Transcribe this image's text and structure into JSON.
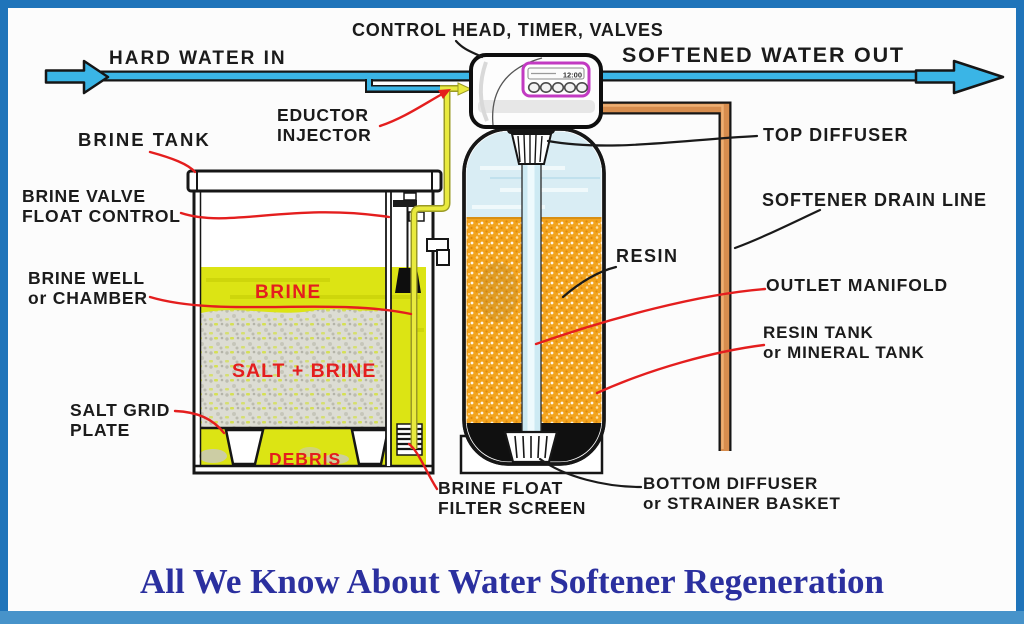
{
  "frame": {
    "border_color": "#1f74ba",
    "bottom_strip_color": "#4793ca",
    "background": "#fcfcfc"
  },
  "title": {
    "text": "All We Know About Water Softener Regeneration",
    "color": "#2b309f"
  },
  "labels": {
    "control_head": "CONTROL HEAD, TIMER, VALVES",
    "hard_water_in": "HARD WATER IN",
    "softened_water_out": "SOFTENED WATER OUT",
    "brine_tank": "BRINE TANK",
    "eductor_injector": "EDUCTOR\nINJECTOR",
    "brine_valve_float_control": "BRINE VALVE\nFLOAT CONTROL",
    "top_diffuser": "TOP DIFFUSER",
    "softener_drain_line": "SOFTENER DRAIN LINE",
    "brine_well_or_chamber": "BRINE WELL\nor CHAMBER",
    "resin": "RESIN",
    "outlet_manifold": "OUTLET MANIFOLD",
    "resin_tank_or_mineral_tank": "RESIN TANK\nor MINERAL TANK",
    "salt_grid_plate": "SALT GRID\nPLATE",
    "brine_float_filter_screen": "BRINE FLOAT\nFILTER SCREEN",
    "bottom_diffuser_or_strainer_basket": "BOTTOM DIFFUSER\nor STRAINER BASKET"
  },
  "tank_contents": {
    "brine": "BRINE",
    "salt_brine": "SALT + BRINE",
    "debris": "DEBRIS"
  },
  "control_head_display": {
    "time": "12:00"
  },
  "colors": {
    "pipe_water": "#3ab5e6",
    "drain_pipe": "#d78d4e",
    "brine_line": "#e9ea3e",
    "brine_fluid": "#dce414",
    "resin_beads": "#f3a41e",
    "annotation_red": "#e41e1e",
    "display_bezel": "#c23ac2"
  }
}
